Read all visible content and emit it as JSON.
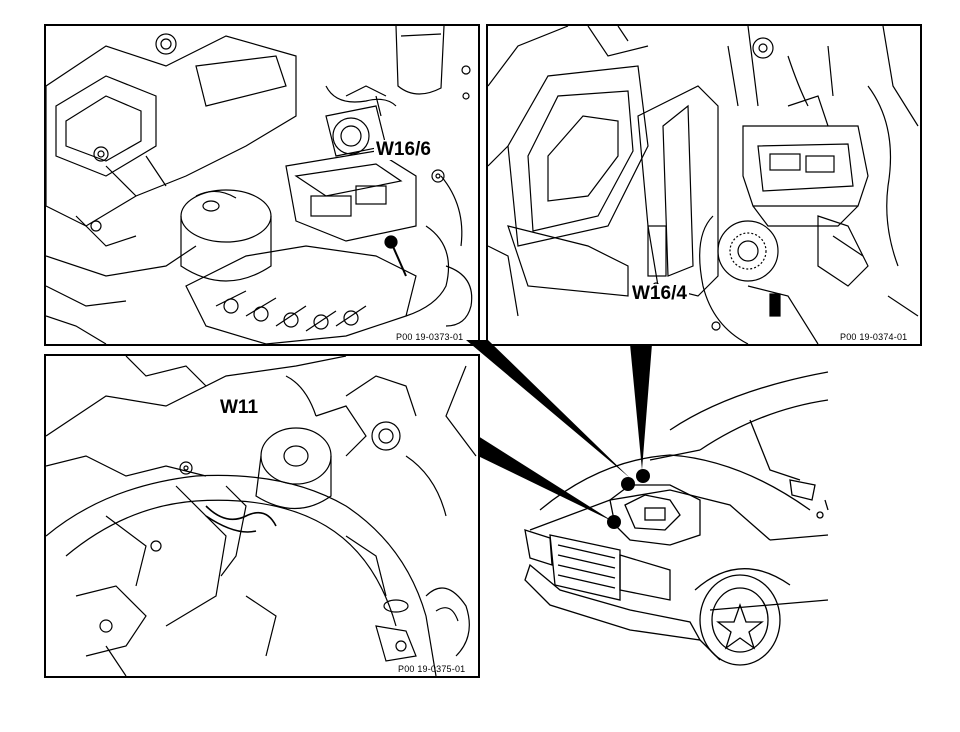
{
  "panels": {
    "top_left": {
      "label": "W16/6",
      "ref": "P00 19-0373-01"
    },
    "top_right": {
      "label": "W16/4",
      "ref": "P00 19-0374-01"
    },
    "bottom_left": {
      "label": "W11",
      "ref": "P00 19-0375-01"
    }
  },
  "colors": {
    "ink": "#000000",
    "paper": "#ffffff"
  }
}
